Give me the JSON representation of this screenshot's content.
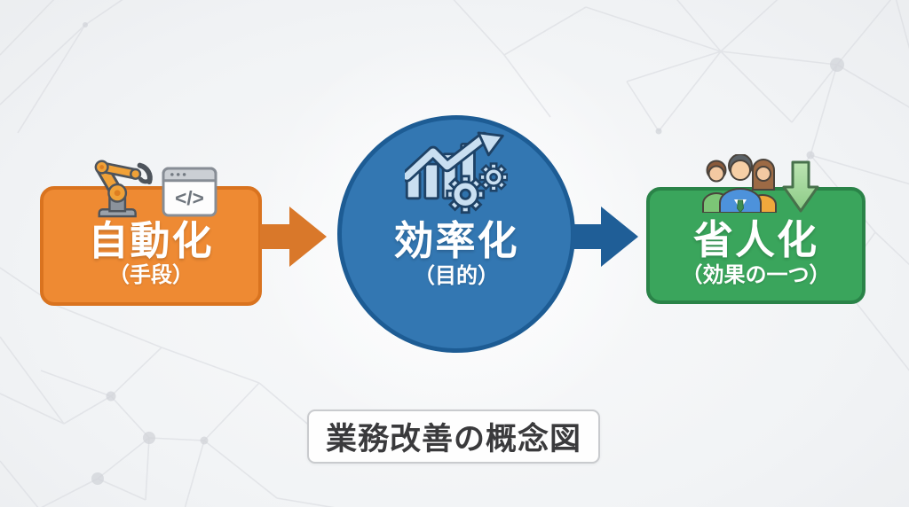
{
  "colors": {
    "automation-fill": "#EE8A33",
    "automation-border": "#D9731F",
    "efficiency-fill": "#3377B2",
    "efficiency-border": "#1D5C94",
    "labor-fill": "#3AA55C",
    "labor-border": "#2A8348",
    "arrow-orange": "#D9782A",
    "arrow-blue": "#1F5E97",
    "node-text": "#FFFFFF",
    "caption-text": "#3A3A3C",
    "caption-border": "#C9CBCE",
    "pattern-line": "#D9DBE0",
    "bg-center": "#F9FAFB",
    "bg-edge": "#E8EAED"
  },
  "diagram": {
    "caption": "業務改善の概念図",
    "nodes": [
      {
        "id": "automation",
        "label": "自動化",
        "sublabel": "（手段）",
        "shape": "rounded-rectangle",
        "fill": "#EE8A33",
        "border": "#D9731F",
        "icons": [
          "robot-arm-icon",
          "code-window-icon"
        ]
      },
      {
        "id": "efficiency",
        "label": "効率化",
        "sublabel": "（目的）",
        "shape": "circle",
        "fill": "#3377B2",
        "border": "#1D5C94",
        "icons": [
          "growth-chart-icon",
          "gears-icon"
        ]
      },
      {
        "id": "labor-saving",
        "label": "省人化",
        "sublabel": "（効果の一つ）",
        "shape": "rounded-rectangle",
        "fill": "#3AA55C",
        "border": "#2A8348",
        "icons": [
          "people-group-icon",
          "decrease-arrow-icon"
        ]
      }
    ],
    "connectors": [
      {
        "from": "automation",
        "to": "efficiency",
        "direction": "right",
        "color": "#D9782A"
      },
      {
        "from": "efficiency",
        "to": "labor-saving",
        "direction": "right",
        "color": "#1F5E97"
      }
    ],
    "code_window_text": "</>"
  }
}
